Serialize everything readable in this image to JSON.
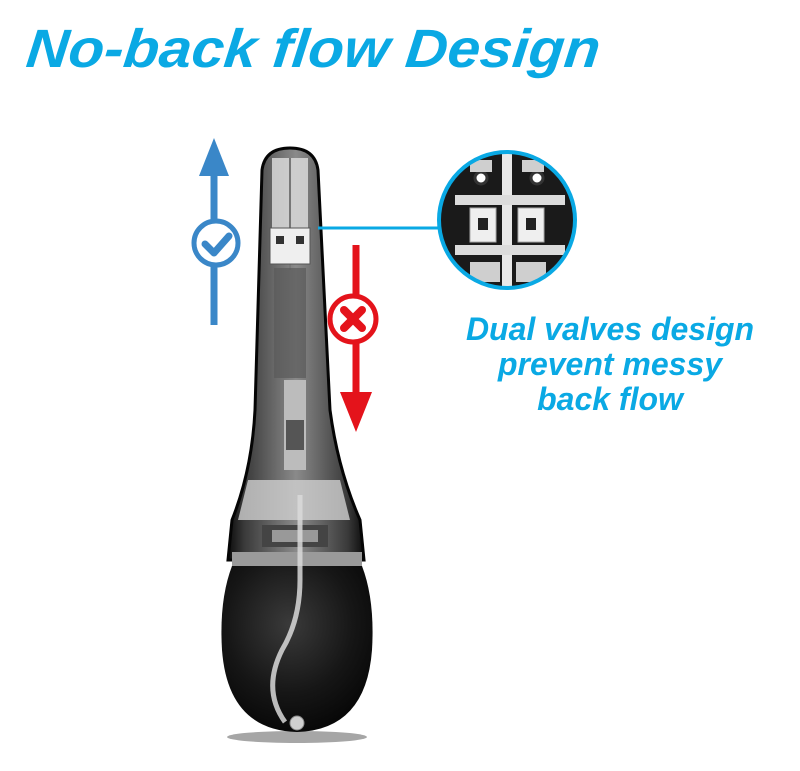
{
  "heading": "No-back flow Design",
  "caption": {
    "lines": [
      "Dual valves design",
      "prevent messy",
      "back flow"
    ]
  },
  "indicators": {
    "up_arrow": {
      "meaning": "flow allowed",
      "icon": "check-icon",
      "color": "#3a87c8"
    },
    "down_arrow": {
      "meaning": "back flow blocked",
      "icon": "x-icon",
      "color": "#e4131b"
    }
  },
  "colors": {
    "accent": "#0aa9e4",
    "allowed": "#3a87c8",
    "blocked": "#e4131b",
    "body": "#111111"
  }
}
